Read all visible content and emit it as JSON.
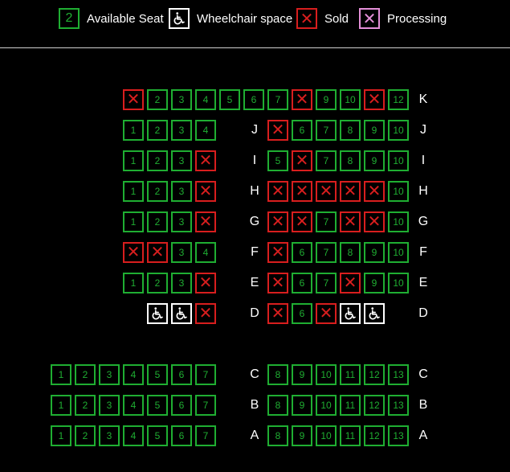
{
  "legend": {
    "available": {
      "sample": "2",
      "label": "Available Seat"
    },
    "wheelchair": {
      "label": "Wheelchair space"
    },
    "sold": {
      "label": "Sold"
    },
    "processing": {
      "label": "Processing"
    }
  },
  "colors": {
    "available": "#1fae32",
    "sold": "#d81e1e",
    "processing": "#e48fd8",
    "wheelchair": "#ffffff",
    "background": "#000000"
  },
  "icons": {
    "sold": "cross-icon",
    "processing": "cross-icon",
    "wheelchair": "wheelchair-icon"
  },
  "rows": [
    {
      "id": "K",
      "labels": [
        "K"
      ],
      "left": [],
      "right": [
        "x",
        "2",
        "3",
        "4",
        "5",
        "6",
        "7",
        "x",
        "9",
        "10",
        "x",
        "12"
      ]
    },
    {
      "id": "J",
      "labels": [
        "J",
        "J"
      ],
      "left": [
        "1",
        "2",
        "3",
        "4"
      ],
      "right": [
        "x",
        "6",
        "7",
        "8",
        "9",
        "10"
      ]
    },
    {
      "id": "I",
      "labels": [
        "I",
        "I"
      ],
      "left": [
        "1",
        "2",
        "3",
        "x"
      ],
      "right": [
        "5",
        "x",
        "7",
        "8",
        "9",
        "10"
      ]
    },
    {
      "id": "H",
      "labels": [
        "H",
        "H"
      ],
      "left": [
        "1",
        "2",
        "3",
        "x"
      ],
      "right": [
        "x",
        "x",
        "x",
        "x",
        "x",
        "10"
      ]
    },
    {
      "id": "G",
      "labels": [
        "G",
        "G"
      ],
      "left": [
        "1",
        "2",
        "3",
        "x"
      ],
      "right": [
        "x",
        "x",
        "7",
        "x",
        "x",
        "10"
      ]
    },
    {
      "id": "F",
      "labels": [
        "F",
        "F"
      ],
      "left": [
        "x",
        "x",
        "3",
        "4"
      ],
      "right": [
        "x",
        "6",
        "7",
        "8",
        "9",
        "10"
      ]
    },
    {
      "id": "E",
      "labels": [
        "E",
        "E"
      ],
      "left": [
        "1",
        "2",
        "3",
        "x"
      ],
      "right": [
        "x",
        "6",
        "7",
        "x",
        "9",
        "10"
      ]
    },
    {
      "id": "D",
      "labels": [
        "D",
        "D"
      ],
      "left": [
        "w",
        "w",
        "x"
      ],
      "right": [
        "x",
        "6",
        "x",
        "w",
        "w"
      ]
    },
    {
      "id": "C",
      "labels": [
        "C",
        "C"
      ],
      "left": [
        "1",
        "2",
        "3",
        "4",
        "5",
        "6",
        "7"
      ],
      "right": [
        "8",
        "9",
        "10",
        "11",
        "12",
        "13"
      ]
    },
    {
      "id": "B",
      "labels": [
        "B",
        "B"
      ],
      "left": [
        "1",
        "2",
        "3",
        "4",
        "5",
        "6",
        "7"
      ],
      "right": [
        "8",
        "9",
        "10",
        "11",
        "12",
        "13"
      ]
    },
    {
      "id": "A",
      "labels": [
        "A",
        "A"
      ],
      "left": [
        "1",
        "2",
        "3",
        "4",
        "5",
        "6",
        "7"
      ],
      "right": [
        "8",
        "9",
        "10",
        "11",
        "12",
        "13"
      ]
    }
  ]
}
